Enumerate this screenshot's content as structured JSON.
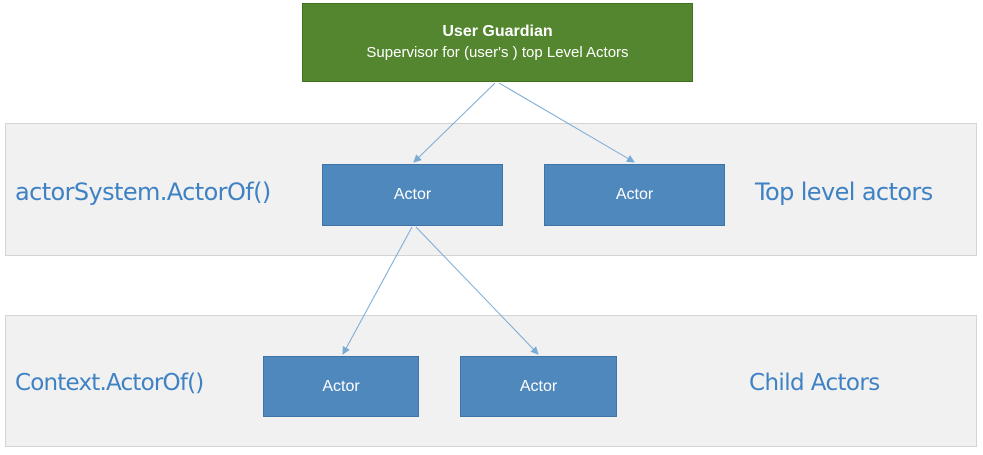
{
  "guardian": {
    "title": "User Guardian",
    "subtitle": "Supervisor for (user's ) top Level Actors"
  },
  "top_level_band": {
    "left_label": "actorSystem.ActorOf()",
    "right_label": "Top level actors",
    "actors": [
      "Actor",
      "Actor"
    ]
  },
  "child_band": {
    "left_label": "Context.ActorOf()",
    "right_label": "Child Actors",
    "actors": [
      "Actor",
      "Actor"
    ]
  },
  "colors": {
    "guardian_fill": "#53862e",
    "actor_fill": "#4f88bc",
    "band_fill": "#f1f1f1",
    "label_text": "#3f82c4",
    "connector": "#7aaad6"
  }
}
